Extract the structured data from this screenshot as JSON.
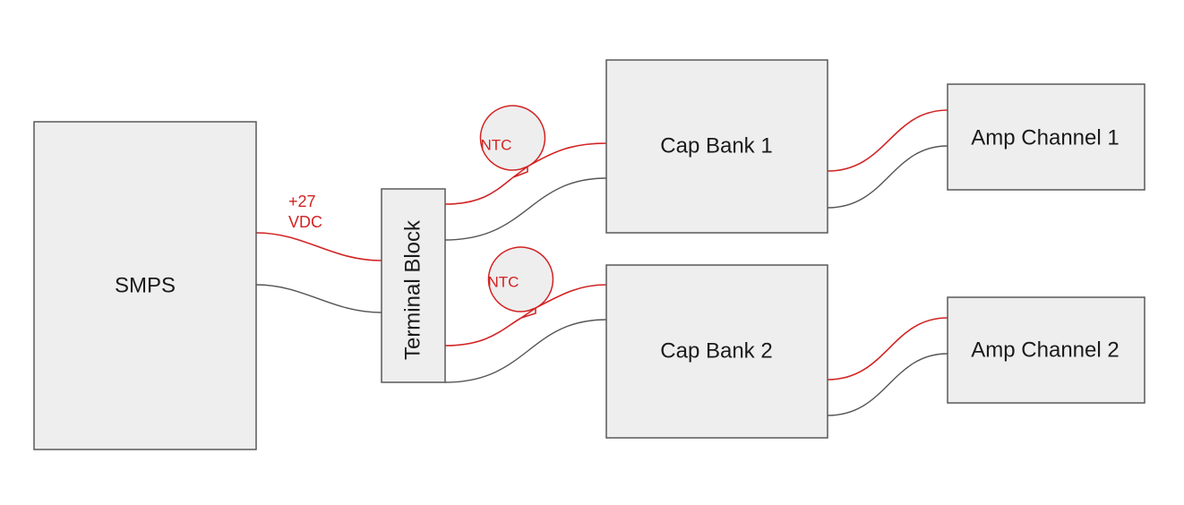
{
  "colors": {
    "positive_wire": "#d32222",
    "negative_wire": "#555555",
    "box_fill": "#eeeeee",
    "box_stroke": "#595959"
  },
  "blocks": {
    "smps": "SMPS",
    "terminal_block": "Terminal Block",
    "cap_bank_1": "Cap Bank 1",
    "cap_bank_2": "Cap Bank 2",
    "amp_channel_1": "Amp Channel 1",
    "amp_channel_2": "Amp Channel 2"
  },
  "thermistors": {
    "ntc_1": "NTC",
    "ntc_2": "NTC"
  },
  "supply_voltage": {
    "line1": "+27",
    "line2": "VDC"
  }
}
